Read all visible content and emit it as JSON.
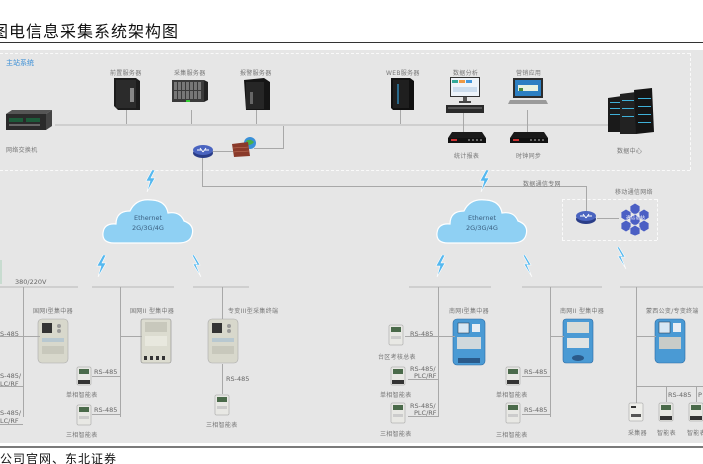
{
  "title": "图电信息采集系统架构图",
  "footer": "公司官网、东北证券",
  "master_station": {
    "label": "主站系统",
    "servers": [
      {
        "label": "前置服务器",
        "icon": "tower-server-icon"
      },
      {
        "label": "采集服务器",
        "icon": "blade-server-icon"
      },
      {
        "label": "报警服务器",
        "icon": "tower-server-icon"
      },
      {
        "label": "WEB服务器",
        "icon": "tower-server-icon"
      }
    ],
    "apps": [
      {
        "label": "数据分析",
        "icon": "monitor-icon"
      },
      {
        "label": "营销应用",
        "icon": "laptop-icon"
      }
    ],
    "rack_devices": [
      {
        "label": "统计报表",
        "icon": "rack-device-icon"
      },
      {
        "label": "时钟同步",
        "icon": "rack-device-icon"
      }
    ],
    "switch": {
      "label": "网络交换机",
      "icon": "network-switch-icon"
    },
    "data_center": {
      "label": "数据中心",
      "icon": "data-center-icon"
    },
    "router_icon": "router-icon",
    "firewall_icon": "firewall-icon"
  },
  "network": {
    "clouds": [
      {
        "line1": "Ethernet",
        "line2": "2G/3G/4G"
      },
      {
        "line1": "Ethernet",
        "line2": "2G/3G/4G"
      }
    ],
    "private_net_label": "数据通信专网",
    "mobile_net_label": "移动通信网络",
    "mobile_hub_label": "通信基站"
  },
  "field": {
    "voltage_label": "380/220V",
    "terminals": [
      {
        "label": "国网I型集中器",
        "color": "grey"
      },
      {
        "label": "国网II 型集中器",
        "color": "grey"
      },
      {
        "label": "专变III型采集终端",
        "color": "grey"
      },
      {
        "label": "南网I型集中器",
        "color": "blue"
      },
      {
        "label": "南网II 型集中器",
        "color": "blue"
      },
      {
        "label": "蒙西公变/专变终端",
        "color": "blue"
      }
    ],
    "links": {
      "rs485": "RS-485",
      "rs485_plc_rf_1": "RS-485/",
      "rs485_plc_rf_2": "PLC/RF",
      "rs485_clip": "S-485",
      "rs485_plc_clip_1": "S-485/",
      "rs485_plc_clip_2": "LC/RF",
      "p_clip": "P"
    },
    "meters": {
      "single_phase": "单相智能表",
      "three_phase": "三相智能表",
      "district_total": "台区考核总表",
      "collector": "采集器",
      "smart_meter": "智能表"
    }
  }
}
